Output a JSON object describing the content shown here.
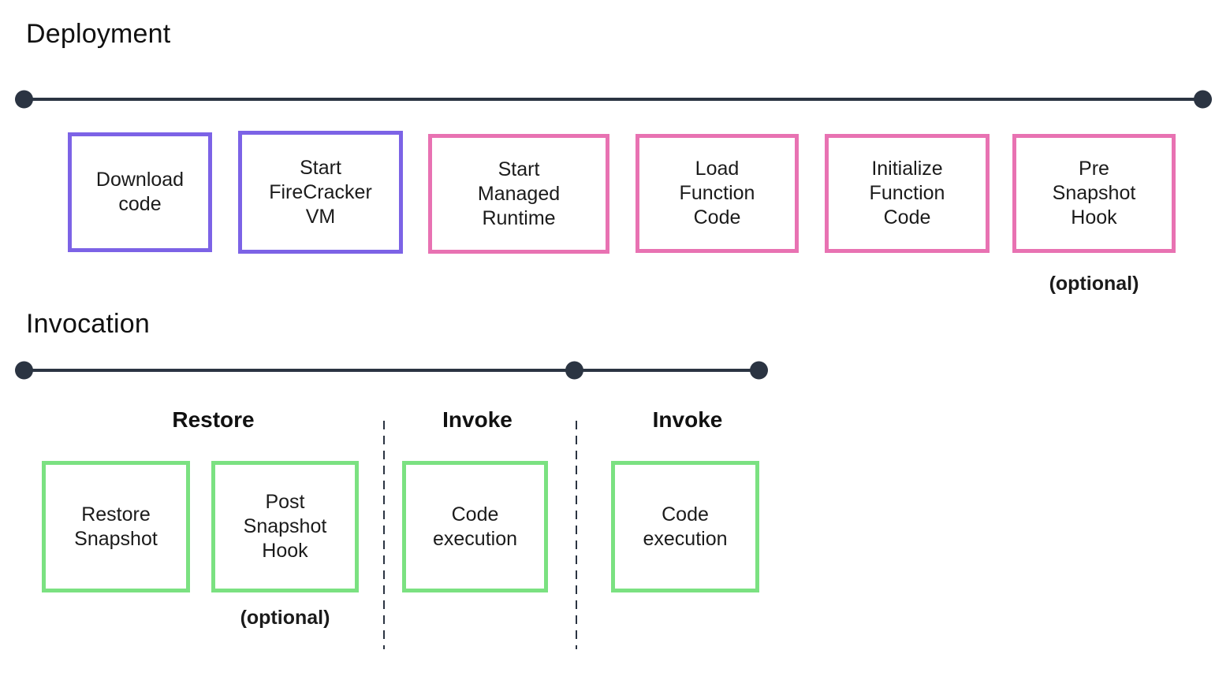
{
  "colors": {
    "timeline_dark": "#2B3442",
    "purple": "#7C63E6",
    "pink": "#E872B2",
    "green": "#7BE181"
  },
  "deployment": {
    "title": "Deployment",
    "steps": [
      {
        "label": "Download\ncode",
        "color": "#7C63E6"
      },
      {
        "label": "Start\nFireCracker\nVM",
        "color": "#7C63E6"
      },
      {
        "label": "Start\nManaged\nRuntime",
        "color": "#E872B2"
      },
      {
        "label": "Load\nFunction\nCode",
        "color": "#E872B2"
      },
      {
        "label": "Initialize\nFunction\nCode",
        "color": "#E872B2"
      },
      {
        "label": "Pre\nSnapshot\nHook",
        "color": "#E872B2",
        "note": "(optional)"
      }
    ]
  },
  "invocation": {
    "title": "Invocation",
    "phases": [
      {
        "label": "Restore"
      },
      {
        "label": "Invoke"
      },
      {
        "label": "Invoke"
      }
    ],
    "steps": [
      {
        "label": "Restore\nSnapshot",
        "color": "#7BE181"
      },
      {
        "label": "Post\nSnapshot\nHook",
        "color": "#7BE181",
        "note": "(optional)"
      },
      {
        "label": "Code\nexecution",
        "color": "#7BE181"
      },
      {
        "label": "Code\nexecution",
        "color": "#7BE181"
      }
    ]
  }
}
